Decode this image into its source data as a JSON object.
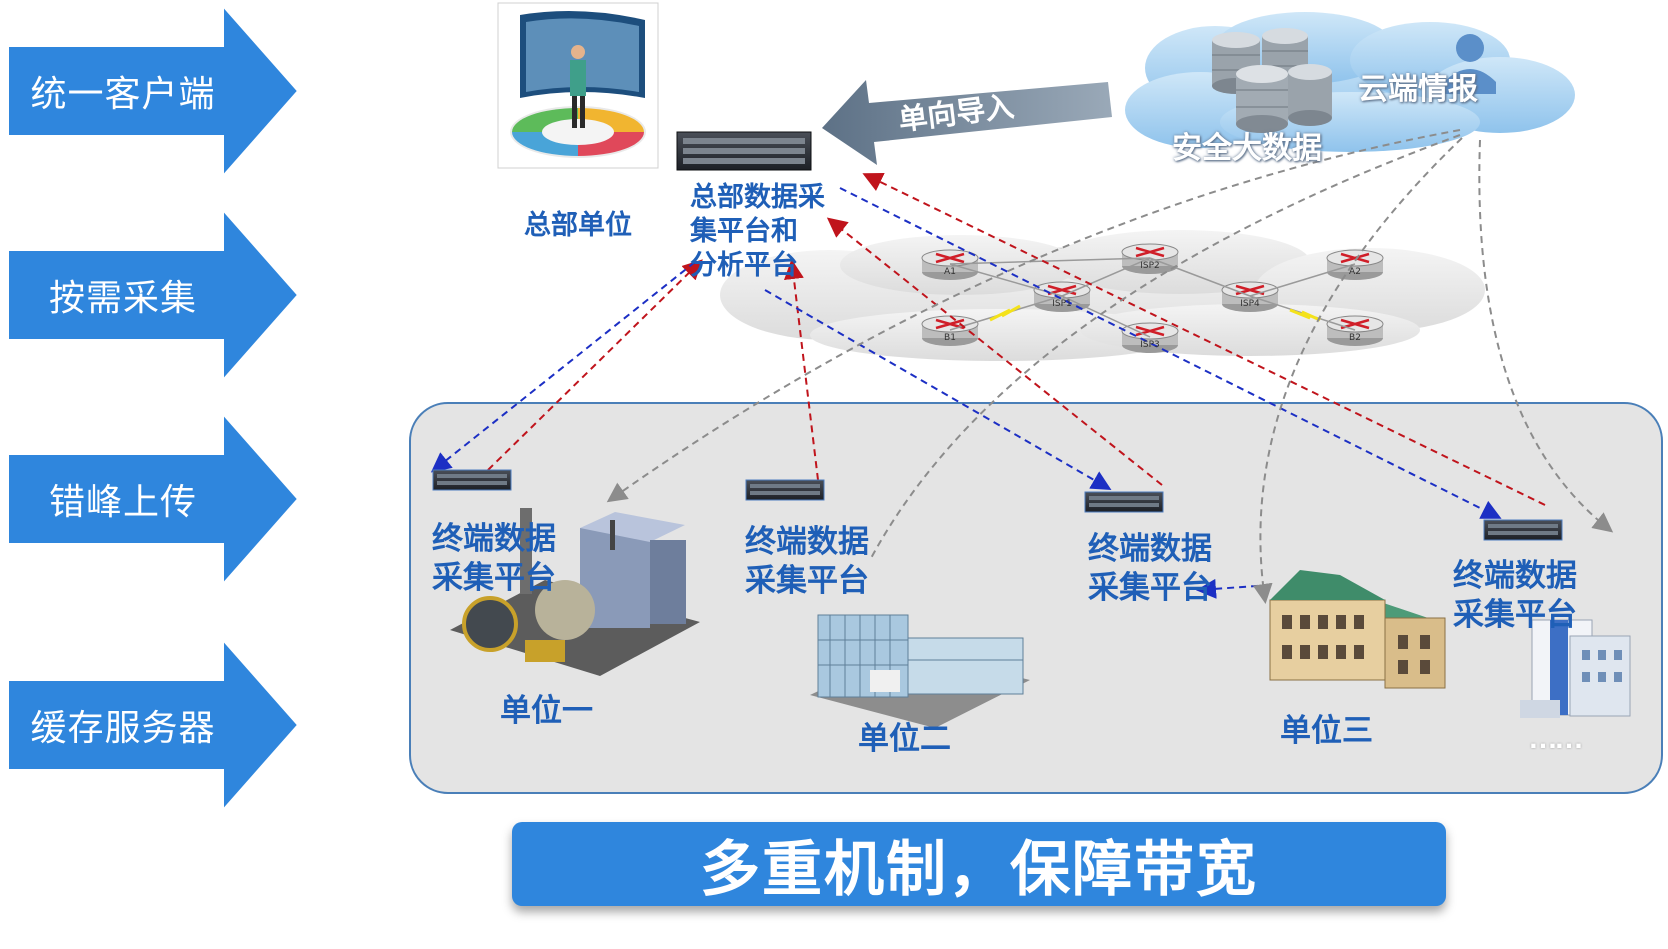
{
  "left_steps": [
    {
      "label": "统一客户端"
    },
    {
      "label": "按需采集"
    },
    {
      "label": "错峰上传"
    },
    {
      "label": "缓存服务器"
    }
  ],
  "headquarters": {
    "label": "总部单位",
    "platform_label_lines": [
      "总部数据采",
      "集平台和",
      "分析平台"
    ]
  },
  "one_way_import": {
    "label": "单向导入"
  },
  "cloud": {
    "intel_label": "云端情报",
    "bigdata_label": "安全大数据"
  },
  "network_nodes": [
    "A1",
    "ISP2",
    "A2",
    "ISP1",
    "ISP4",
    "B1",
    "ISP3",
    "B2"
  ],
  "terminal_platform": {
    "line1": "终端数据",
    "line2": "采集平台"
  },
  "units": [
    {
      "label": "单位一"
    },
    {
      "label": "单位二"
    },
    {
      "label": "单位三"
    },
    {
      "label": "……"
    }
  ],
  "banner": {
    "text": "多重机制，保障带宽"
  },
  "colors": {
    "arrow_blue": "#2f86dd",
    "label_blue": "#1f5fb7",
    "red_dash": "#c0141c",
    "blue_dash": "#1c2fc4",
    "grey_dash": "#8c8c8c",
    "panel_fill": "#e4e4e4",
    "panel_border": "#4a7fb8"
  }
}
